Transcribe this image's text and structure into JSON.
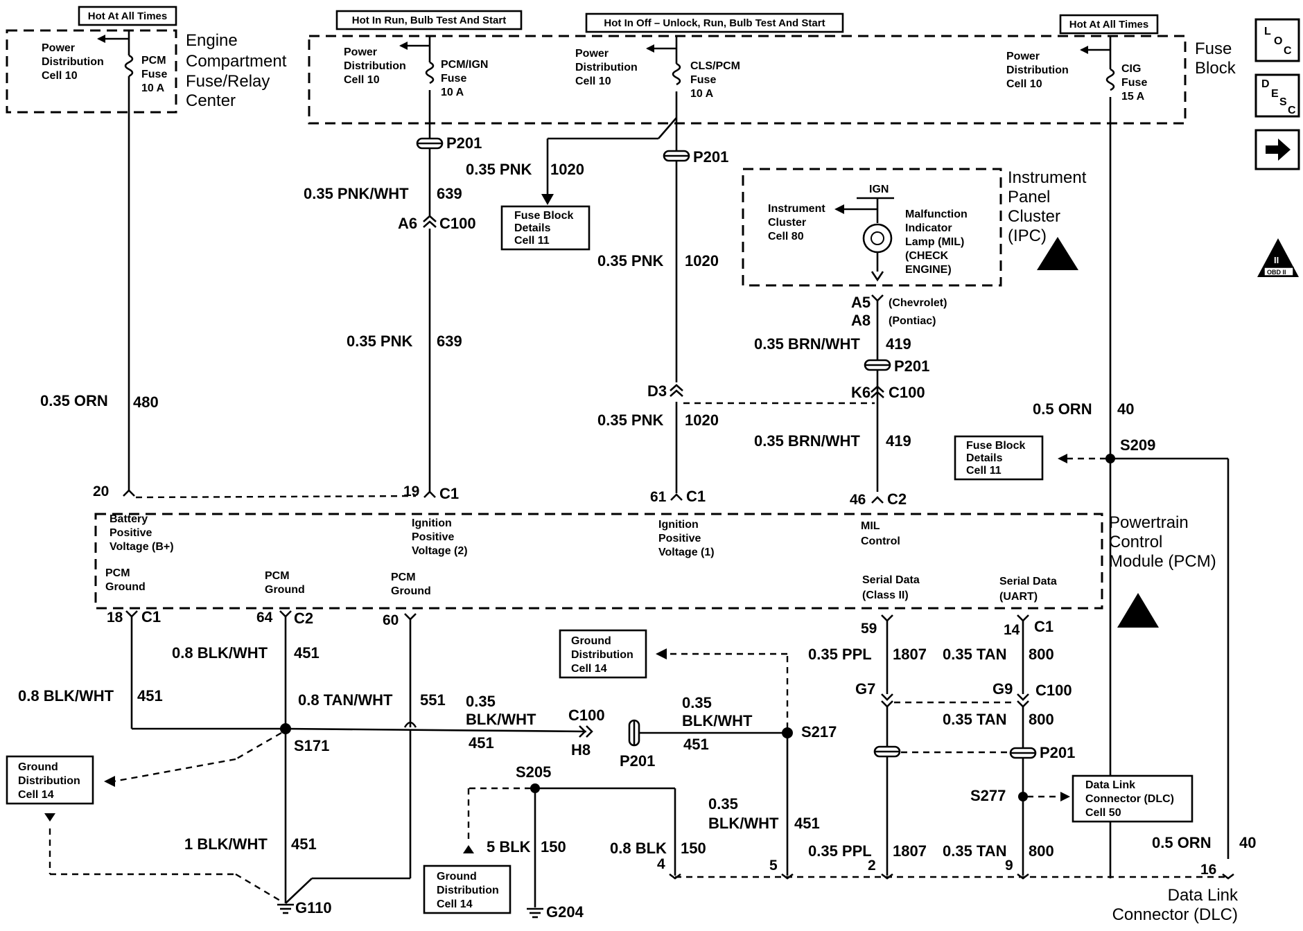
{
  "hot": {
    "h1": "Hot At All Times",
    "h2": "Hot In Run, Bulb Test And Start",
    "h3": "Hot In Off – Unlock, Run, Bulb Test And Start",
    "h4": "Hot At All Times"
  },
  "components": {
    "ecfrc": [
      "Engine",
      "Compartment",
      "Fuse/Relay",
      "Center"
    ],
    "fuse_block": [
      "Fuse",
      "Block"
    ],
    "ipc": [
      "Instrument",
      "Panel",
      "Cluster",
      "(IPC)"
    ],
    "pcm": [
      "Powertrain",
      "Control",
      "Module (PCM)"
    ],
    "dlc": [
      "Data Link",
      "Connector (DLC)"
    ]
  },
  "fuses": {
    "pcm": [
      "PCM",
      "Fuse",
      "10 A"
    ],
    "pcm_ign": [
      "PCM/IGN",
      "Fuse",
      "10 A"
    ],
    "cls_pcm": [
      "CLS/PCM",
      "Fuse",
      "10 A"
    ],
    "cig": [
      "CIG",
      "Fuse",
      "15 A"
    ]
  },
  "refs": {
    "power_dist": [
      "Power",
      "Distribution",
      "Cell 10"
    ],
    "fuse_block_details": [
      "Fuse Block",
      "Details",
      "Cell 11"
    ],
    "ground_dist": [
      "Ground",
      "Distribution",
      "Cell 14"
    ],
    "instrument_cluster": [
      "Instrument",
      "Cluster",
      "Cell 80"
    ],
    "dlc_ref": [
      "Data Link",
      "Connector (DLC)",
      "Cell 50"
    ]
  },
  "ipc_internal": {
    "ign": "IGN",
    "mil": [
      "Malfunction",
      "Indicator",
      "Lamp (MIL)",
      "(CHECK",
      "ENGINE)"
    ]
  },
  "pcm_terminals": {
    "bat": [
      "Battery",
      "Positive",
      "Voltage (B+)"
    ],
    "ign2": [
      "Ignition",
      "Positive",
      "Voltage (2)"
    ],
    "ign1": [
      "Ignition",
      "Positive",
      "Voltage (1)"
    ],
    "mil": [
      "MIL",
      "Control"
    ],
    "ground": [
      "PCM",
      "Ground"
    ],
    "sd2": [
      "Serial Data",
      "(Class II)"
    ],
    "sdu": [
      "Serial Data",
      "(UART)"
    ]
  },
  "wires": {
    "orn035": "0.35 ORN",
    "c480": "480",
    "pnk035": "0.35 PNK",
    "c1020": "1020",
    "pnkwht035": "0.35 PNK/WHT",
    "c639": "639",
    "brnwht035": "0.35 BRN/WHT",
    "c419": "419",
    "orn05": "0.5 ORN",
    "c40": "40",
    "blkwht08": "0.8 BLK/WHT",
    "c451": "451",
    "tanwht08": "0.8 TAN/WHT",
    "c551": "551",
    "w035": "0.35",
    "blkwht": "BLK/WHT",
    "blkwht035": "BLK/WHT",
    "blkwht1": "1 BLK/WHT",
    "blk5": "5 BLK",
    "c150": "150",
    "blk08": "0.8 BLK",
    "ppl035": "0.35 PPL",
    "c1807": "1807",
    "tan035": "0.35 TAN",
    "c800": "800"
  },
  "connectors": {
    "p201": "P201",
    "c100": "C100",
    "c1": "C1",
    "c2": "C2",
    "a6": "A6",
    "a5": "A5",
    "a8": "A8",
    "chev": "(Chevrolet)",
    "pont": "(Pontiac)",
    "d3": "D3",
    "k6": "K6",
    "g7": "G7",
    "g9": "G9",
    "h8": "H8"
  },
  "pins": {
    "p20": "20",
    "p19": "19",
    "p61": "61",
    "p46": "46",
    "p18": "18",
    "p64": "64",
    "p60": "60",
    "p59": "59",
    "p14": "14",
    "p4": "4",
    "p5": "5",
    "p2": "2",
    "p9": "9",
    "p16": "16"
  },
  "splices": {
    "s209": "S209",
    "s171": "S171",
    "s205": "S205",
    "s217": "S217",
    "s277": "S277"
  },
  "grounds": {
    "g110": "G110",
    "g204": "G204"
  },
  "side_icons": {
    "loc": [
      "L",
      "O",
      "C"
    ],
    "desc": [
      "D",
      "E",
      "S",
      "C"
    ],
    "obd": [
      "II",
      "OBD II"
    ]
  }
}
